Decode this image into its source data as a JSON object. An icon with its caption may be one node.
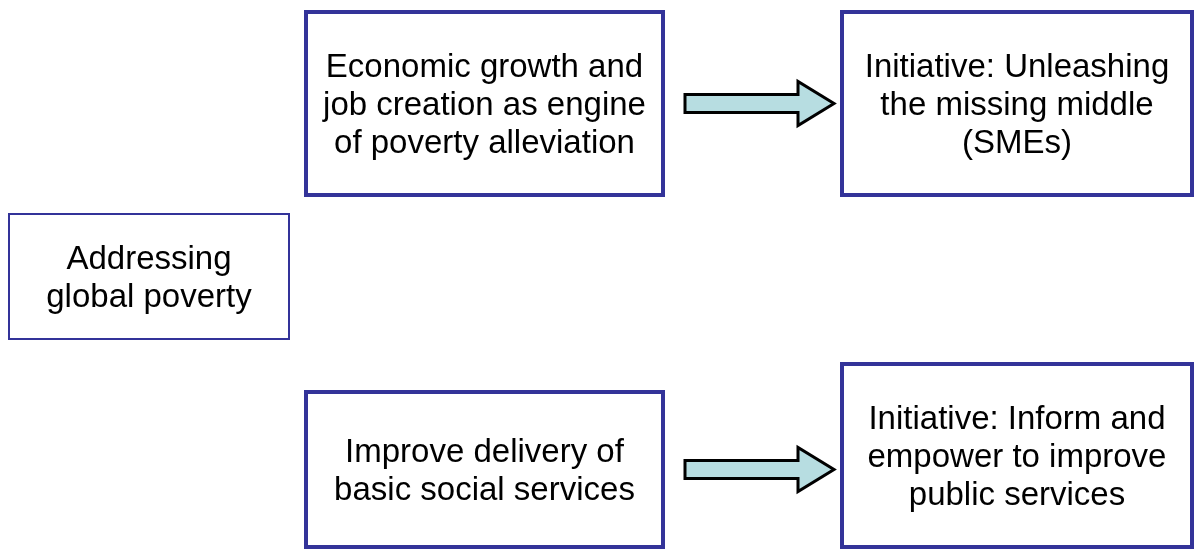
{
  "diagram": {
    "nodes": [
      {
        "text": [
          "Addressing global poverty"
        ]
      },
      {
        "text": [
          "Economic growth and job creation as engine of poverty alleviation"
        ]
      },
      {
        "text": [
          "Initiative: Unleashing the missing middle (SMEs)"
        ]
      },
      {
        "text": [
          "Improve delivery of basic social services"
        ]
      },
      {
        "text": [
          "Initiative: Inform and empower to improve public services"
        ]
      }
    ],
    "edges": [
      {
        "from": 1,
        "to": 2,
        "arrow": "to"
      },
      {
        "from": 3,
        "to": 4,
        "arrow": "to"
      }
    ]
  }
}
